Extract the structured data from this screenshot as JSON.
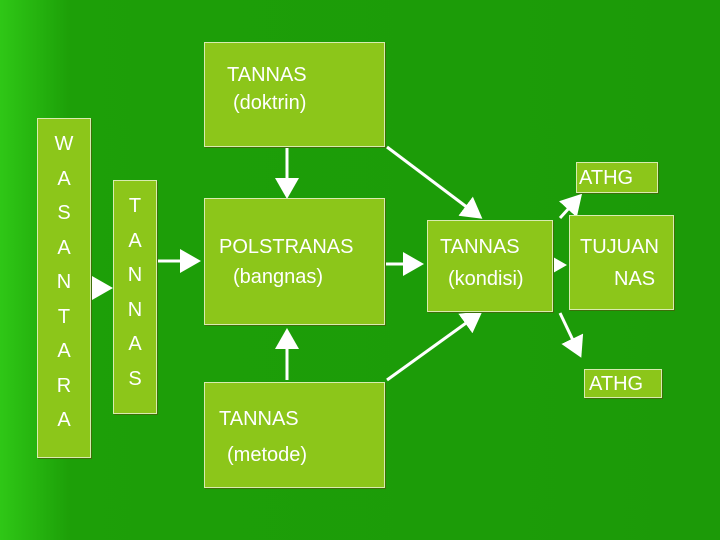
{
  "wawantara": [
    "W",
    "A",
    "S",
    "A",
    "N",
    "T",
    "A",
    "R",
    "A"
  ],
  "tannas_vertical": [
    "T",
    "A",
    "N",
    "N",
    "A",
    "S"
  ],
  "doktrin": {
    "line1": "TANNAS",
    "line2": "(doktrin)"
  },
  "polstranas": {
    "line1": "POLSTRANAS",
    "line2": "(bangnas)"
  },
  "metode": {
    "line1": "TANNAS",
    "line2": "(metode)"
  },
  "kondisi": {
    "line1": "TANNAS",
    "line2": "(kondisi)"
  },
  "tujuan": {
    "line1": "TUJUAN",
    "line2": "NAS"
  },
  "athg_top": "ATHG",
  "athg_bottom": "ATHG",
  "colors": {
    "background": "#1c9a08",
    "box": "#8cc61a",
    "border": "#d8ecb0",
    "arrow": "#ffffff"
  }
}
